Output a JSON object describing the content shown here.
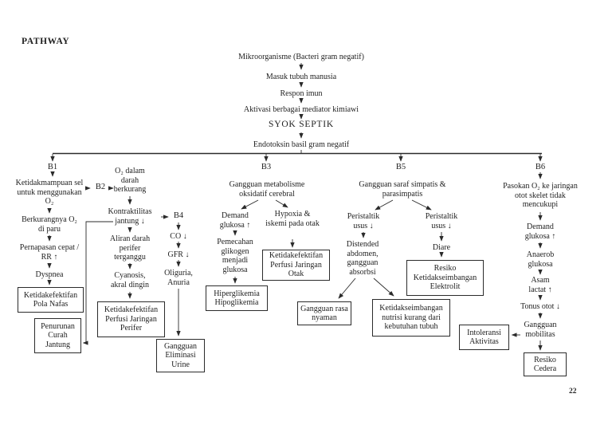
{
  "page": {
    "title": "PATHWAY",
    "page_number": "22"
  },
  "colors": {
    "background": "#ffffff",
    "text": "#1f1f1f",
    "line": "#2b2b2b"
  },
  "chain": {
    "mikroorganisme": "Mikroorganisme (Bacteri gram negatif)",
    "masuk": "Masuk tubuh manusia",
    "respon": "Respon imun",
    "aktivasi": "Aktivasi berbagai mediator kimiawi",
    "syok": "SYOK SEPTIK",
    "endotoksin": "Endotoksin basil gram negatif"
  },
  "labels": {
    "b1": "B1",
    "b2": "B2",
    "b3": "B3",
    "b4": "B4",
    "b5": "B5",
    "b6": "B6"
  },
  "b1": {
    "ketidakmampuan": "Ketidakmampuan sel untuk menggunakan O₂",
    "berkurangnya": "Berkurangnya O₂ di paru",
    "pernapasan": "Pernapasan cepat / RR ↑",
    "dyspnea": "Dyspnea",
    "box_pola_nafas": "Ketidakefektifan Pola Nafas",
    "box_curah_jantung": "Penurunan Curah Jantung"
  },
  "b2": {
    "o2_dalam": "O₂ dalam darah berkurang",
    "kontraktilitas": "Kontraktilitas jantung ↓",
    "aliran": "Aliran darah perifer terganggu",
    "cyanosis": "Cyanosis, akral dingin",
    "box_perfusi_perifer": "Ketidakefektifan Perfusi Jaringan Perifer"
  },
  "b4": {
    "co": "CO ↓",
    "gfr": "GFR ↓",
    "oliguria": "Oliguria, Anuria",
    "box_eliminasi_urine": "Gangguan Eliminasi Urine"
  },
  "b3": {
    "gangguan_metabolisme": "Gangguan metabolisme oksidatif cerebral",
    "demand_glukosa": "Demand glukosa ↑",
    "hypoxia": "Hypoxia & iskemi pada otak",
    "pemecahan": "Pemecahan glikogen menjadi glukosa",
    "box_hiperglikemia": "Hiperglikemia Hipoglikemia",
    "box_perfusi_otak": "Ketidakefektifan Perfusi Jaringan Otak"
  },
  "b5": {
    "gangguan_saraf": "Gangguan saraf simpatis & parasimpatis",
    "peristaltik_kiri": "Peristaltik usus ↓",
    "peristaltik_kanan": "Peristaltik usus ↓",
    "distended": "Distended abdomen, gangguan absorbsi",
    "diare": "Diare",
    "box_elektrolit": "Resiko Ketidakseimbangan Elektrolit",
    "box_rasa_nyaman": "Gangguan rasa nyaman",
    "box_nutrisi": "Ketidakseimbangan nutrisi kurang dari kebutuhan tubuh"
  },
  "b6": {
    "pasokan": "Pasokan O₂ ke jaringan otot skelet tidak mencukupi",
    "demand_glukosa": "Demand glukosa ↑",
    "anaerob": "Anaerob glukosa",
    "asam_lactat": "Asam lactat ↑",
    "tonus": "Tonus otot ↓",
    "gangguan_mobilitas": "Gangguan mobilitas",
    "box_intoleransi": "Intoleransi Aktivitas",
    "box_resiko_cedera": "Resiko Cedera"
  }
}
